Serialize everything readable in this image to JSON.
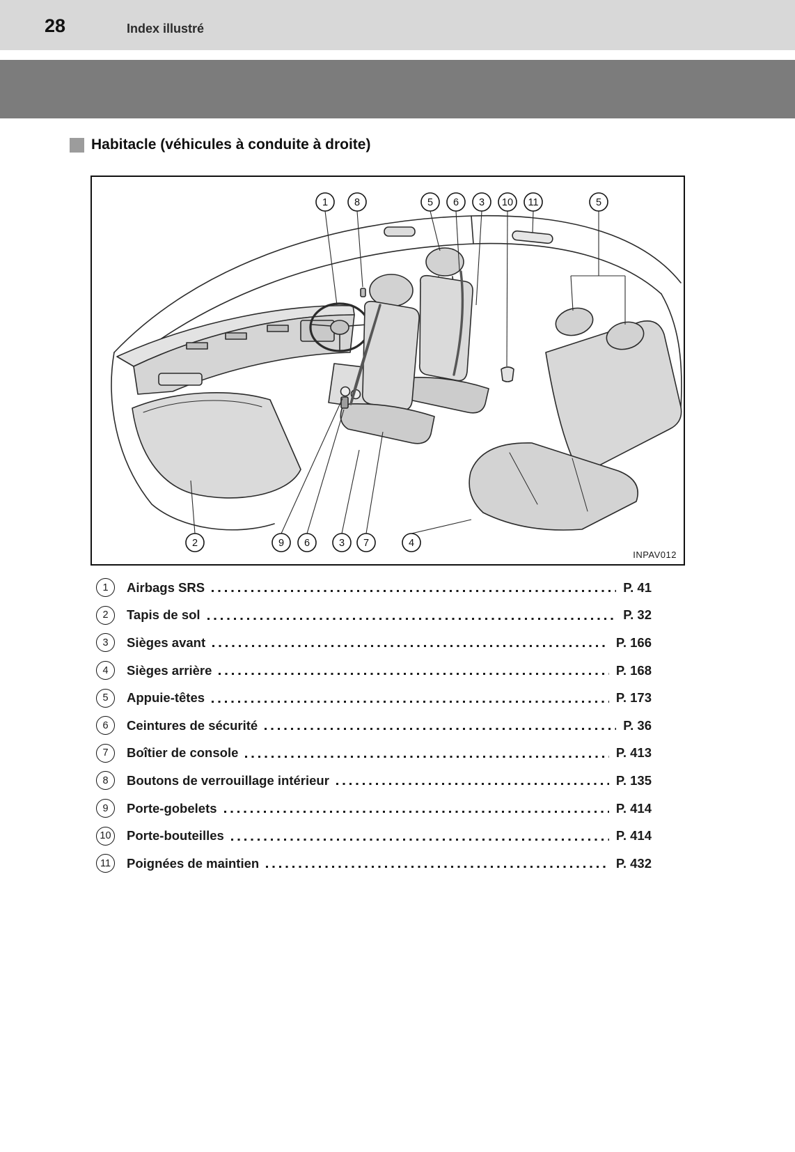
{
  "page": {
    "number": "28",
    "chapter": "Index illustré"
  },
  "section": {
    "title": "Habitacle (véhicules à conduite à droite)"
  },
  "figure": {
    "code": "INPAV012",
    "callouts_top": [
      "1",
      "8",
      "5",
      "6",
      "3",
      "10",
      "11",
      "5"
    ],
    "callouts_bottom": [
      "2",
      "9",
      "6",
      "3",
      "7",
      "4"
    ]
  },
  "index_items": [
    {
      "num": "1",
      "label": "Airbags SRS",
      "page": "P. 41"
    },
    {
      "num": "2",
      "label": "Tapis de sol",
      "page": "P. 32"
    },
    {
      "num": "3",
      "label": "Sièges avant",
      "page": "P. 166"
    },
    {
      "num": "4",
      "label": "Sièges arrière",
      "page": "P. 168"
    },
    {
      "num": "5",
      "label": "Appuie-têtes",
      "page": "P. 173"
    },
    {
      "num": "6",
      "label": "Ceintures de sécurité",
      "page": "P. 36"
    },
    {
      "num": "7",
      "label": "Boîtier de console",
      "page": "P. 413"
    },
    {
      "num": "8",
      "label": "Boutons de verrouillage intérieur",
      "page": "P. 135"
    },
    {
      "num": "9",
      "label": "Porte-gobelets",
      "page": "P. 414"
    },
    {
      "num": "10",
      "label": "Porte-bouteilles",
      "page": "P. 414"
    },
    {
      "num": "11",
      "label": "Poignées de maintien",
      "page": "P. 432"
    }
  ],
  "colors": {
    "topbar_bg": "#d8d8d8",
    "banner_bg": "#7c7c7c",
    "bullet": "#9c9c9c",
    "text": "#1a1a1a"
  }
}
